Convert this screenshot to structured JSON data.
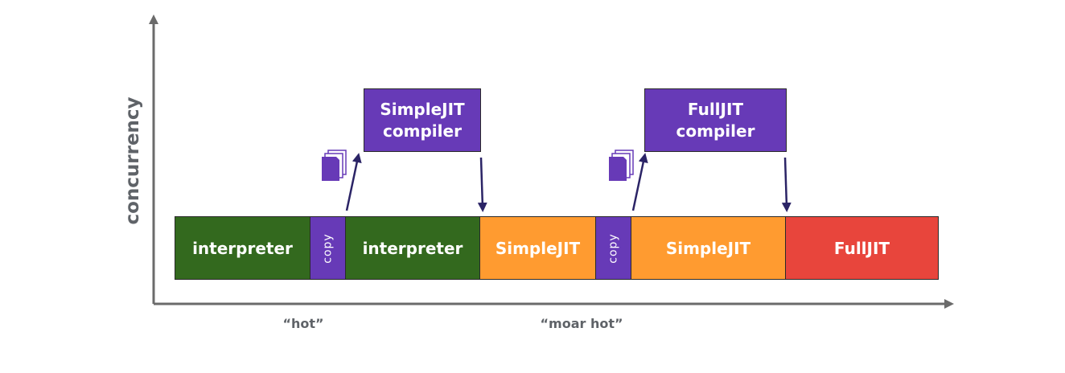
{
  "axis": {
    "y_label": "concurrency"
  },
  "x_annotations": [
    {
      "label": "“hot”"
    },
    {
      "label": "“moar hot”"
    }
  ],
  "timeline": [
    {
      "label": "interpreter",
      "color": "#33691e"
    },
    {
      "label": "copy",
      "color": "#673ab7"
    },
    {
      "label": "interpreter",
      "color": "#33691e"
    },
    {
      "label": "SimpleJIT",
      "color": "#ff9b30"
    },
    {
      "label": "copy",
      "color": "#673ab7"
    },
    {
      "label": "SimpleJIT",
      "color": "#ff9b30"
    },
    {
      "label": "FullJIT",
      "color": "#e8453c"
    }
  ],
  "compilers": [
    {
      "line1": "SimpleJIT",
      "line2": "compiler"
    },
    {
      "line1": "FullJIT",
      "line2": "compiler"
    }
  ],
  "icons": {
    "document_stack": "document-stack-icon",
    "arrow": "arrow-icon"
  },
  "colors": {
    "compiler": "#673ab7",
    "axis": "#6b6b6b",
    "arrow": "#2b2466",
    "doc": "#673ab7"
  }
}
